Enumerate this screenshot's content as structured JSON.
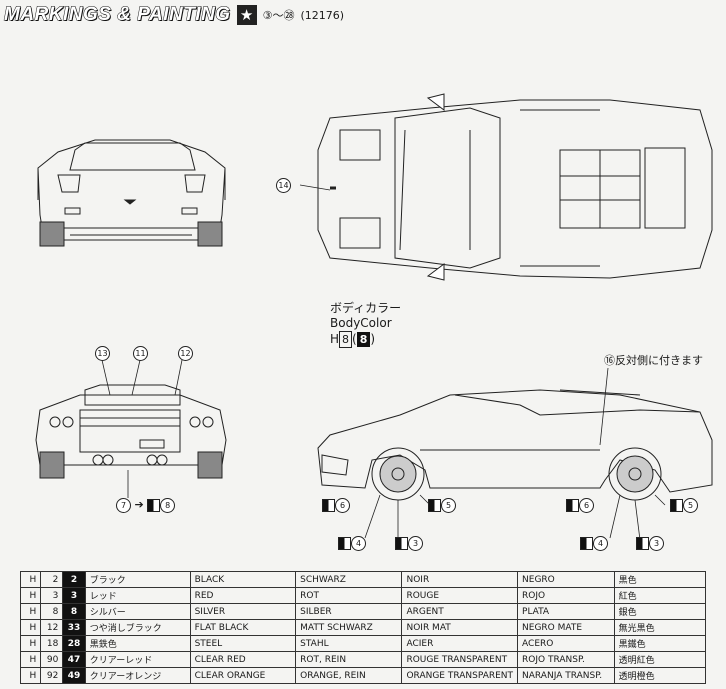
{
  "header": {
    "title": "MARKINGS & PAINTING",
    "range": "③～㉘",
    "code": "(12176)"
  },
  "callouts": {
    "c14": "14",
    "c13": "13",
    "c11": "11",
    "c12": "12",
    "c7": "7",
    "c8": "8",
    "c16_text": "⑯反対側に付きます",
    "c6": "6",
    "c5": "5",
    "c4": "4",
    "c3": "3"
  },
  "body_color": {
    "jp": "ボディカラー",
    "en": "BodyColor",
    "h_label": "H",
    "h_code": "8",
    "paren_open": "(",
    "box_code": "8",
    "paren_close": ")"
  },
  "paint_table": [
    {
      "h": "H",
      "hnum": "2",
      "num": "2",
      "jp": "ブラック",
      "en": "BLACK",
      "de": "SCHWARZ",
      "fr": "NOIR",
      "es": "NEGRO",
      "cn": "黒色"
    },
    {
      "h": "H",
      "hnum": "3",
      "num": "3",
      "jp": "レッド",
      "en": "RED",
      "de": "ROT",
      "fr": "ROUGE",
      "es": "ROJO",
      "cn": "紅色"
    },
    {
      "h": "H",
      "hnum": "8",
      "num": "8",
      "jp": "シルバー",
      "en": "SILVER",
      "de": "SILBER",
      "fr": "ARGENT",
      "es": "PLATA",
      "cn": "銀色"
    },
    {
      "h": "H",
      "hnum": "12",
      "num": "33",
      "jp": "つや消しブラック",
      "en": "FLAT BLACK",
      "de": "MATT SCHWARZ",
      "fr": "NOIR MAT",
      "es": "NEGRO MATE",
      "cn": "無光黒色"
    },
    {
      "h": "H",
      "hnum": "18",
      "num": "28",
      "jp": "黒鉄色",
      "en": "STEEL",
      "de": "STAHL",
      "fr": "ACIER",
      "es": "ACERO",
      "cn": "黒鐵色"
    },
    {
      "h": "H",
      "hnum": "90",
      "num": "47",
      "jp": "クリアーレッド",
      "en": "CLEAR RED",
      "de": "ROT, REIN",
      "fr": "ROUGE TRANSPARENT",
      "es": "ROJO TRANSP.",
      "cn": "透明紅色"
    },
    {
      "h": "H",
      "hnum": "92",
      "num": "49",
      "jp": "クリアーオレンジ",
      "en": "CLEAR ORANGE",
      "de": "ORANGE, REIN",
      "fr": "ORANGE TRANSPARENT",
      "es": "NARANJA TRANSP.",
      "cn": "透明橙色"
    }
  ]
}
